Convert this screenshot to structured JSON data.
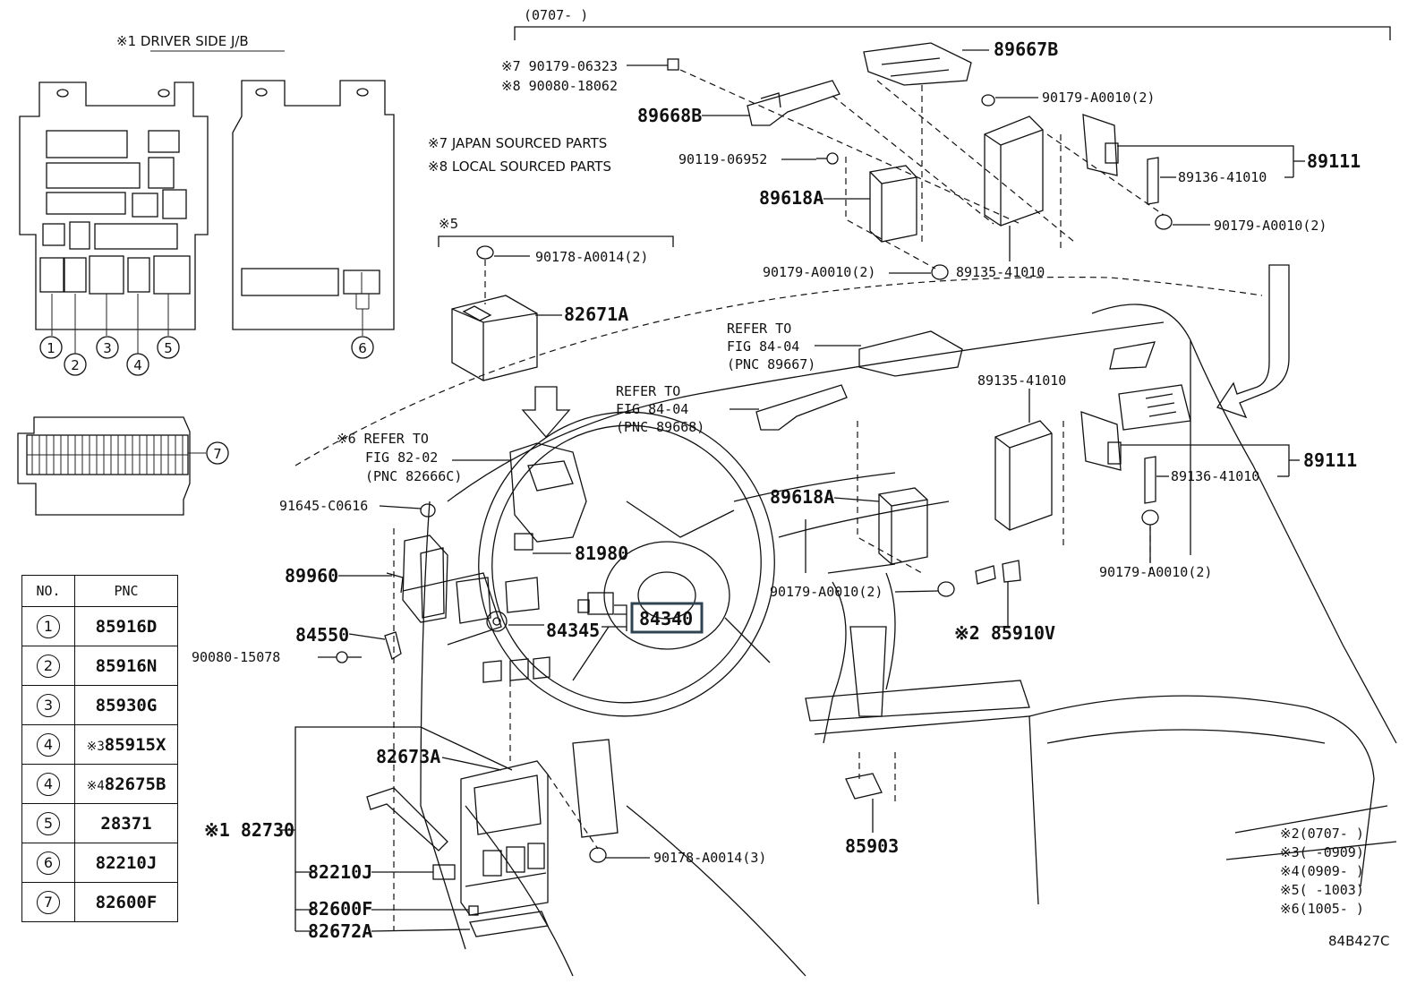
{
  "period": "(0707-    )",
  "jb_title": "※1 DRIVER SIDE J/B",
  "notes": {
    "n7": "※7 JAPAN SOURCED PARTS",
    "n8": "※8  LOCAL SOURCED PARTS",
    "n5": "※5"
  },
  "callout_numbers": [
    "1",
    "2",
    "3",
    "4",
    "5",
    "6",
    "7"
  ],
  "parts": {
    "p89667B": "89667B",
    "p90179_06323": "※7 90179-06323",
    "p90080_18062": "※8 90080-18062",
    "p89668B": "89668B",
    "p90179_A0010_top": "90179-A0010(2)",
    "p90119_06952": "90119-06952",
    "p89618A_top": "89618A",
    "p89111_top": "89111",
    "p89136_top": "89136-41010",
    "p90179_A0010_r": "90179-A0010(2)",
    "p90179_A0010_mid": "90179-A0010(2)",
    "p89135_top": "89135-41010",
    "p90178_A0014_2": "90178-A0014(2)",
    "p82671A": "82671A",
    "ref_89667_1": "REFER TO",
    "ref_89667_2": "FIG 84-04",
    "ref_89667_3": "(PNC 89667)",
    "ref_89668_1": "REFER TO",
    "ref_89668_2": "FIG 84-04",
    "ref_89668_3": "(PNC 89668)",
    "p89135_low": "89135-41010",
    "ref_82666_1": "※6 REFER TO",
    "ref_82666_2": "FIG 82-02",
    "ref_82666_3": "(PNC 82666C)",
    "p89111_low": "89111",
    "p89136_low": "89136-41010",
    "p89618A_low": "89618A",
    "p91645": "91645-C0616",
    "p81980": "81980",
    "p89960": "89960",
    "p90179_A0010_low1": "90179-A0010(2)",
    "p90179_A0010_low2": "90179-A0010(2)",
    "p84340": "84340",
    "p84345": "84345",
    "p84550": "84550",
    "p90080_15078": "90080-15078",
    "p85910V": "※2 85910V",
    "p82673A": "82673A",
    "p82730": "※1 82730",
    "p90178_A0014_3": "90178-A0014(3)",
    "p85903": "85903",
    "p82210J": "82210J",
    "p82600F": "82600F",
    "p82672A": "82672A"
  },
  "table": {
    "headers": [
      "NO.",
      "PNC"
    ],
    "rows": [
      {
        "no": "1",
        "prefix": "",
        "pnc": "85916D"
      },
      {
        "no": "2",
        "prefix": "",
        "pnc": "85916N"
      },
      {
        "no": "3",
        "prefix": "",
        "pnc": "85930G"
      },
      {
        "no": "4",
        "prefix": "※3",
        "pnc": "85915X"
      },
      {
        "no": "4",
        "prefix": "※4",
        "pnc": "82675B"
      },
      {
        "no": "5",
        "prefix": "",
        "pnc": "28371"
      },
      {
        "no": "6",
        "prefix": "",
        "pnc": "82210J"
      },
      {
        "no": "7",
        "prefix": "",
        "pnc": "82600F"
      }
    ]
  },
  "footnotes": [
    "※2(0707-    )",
    "※3(    -0909)",
    "※4(0909-    )",
    "※5(    -1003)",
    "※6(1005-    )"
  ],
  "figure_code": "84B427C"
}
